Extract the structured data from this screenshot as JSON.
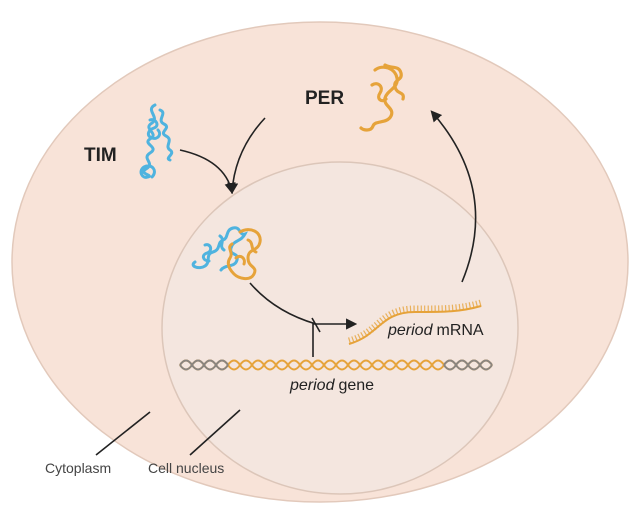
{
  "labels": {
    "tim": "TIM",
    "per": "PER",
    "mrna_italic": "period",
    "mrna_rest": " mRNA",
    "gene_italic": "period",
    "gene_rest": " gene",
    "cytoplasm": "Cytoplasm",
    "nucleus": "Cell nucleus"
  },
  "colors": {
    "cytoplasm": "#f8e3d8",
    "nucleus": "#f4e6df",
    "tim": "#4fb3df",
    "per": "#e6a33a",
    "dna_gray": "#8a8580",
    "arrow": "#222222"
  }
}
